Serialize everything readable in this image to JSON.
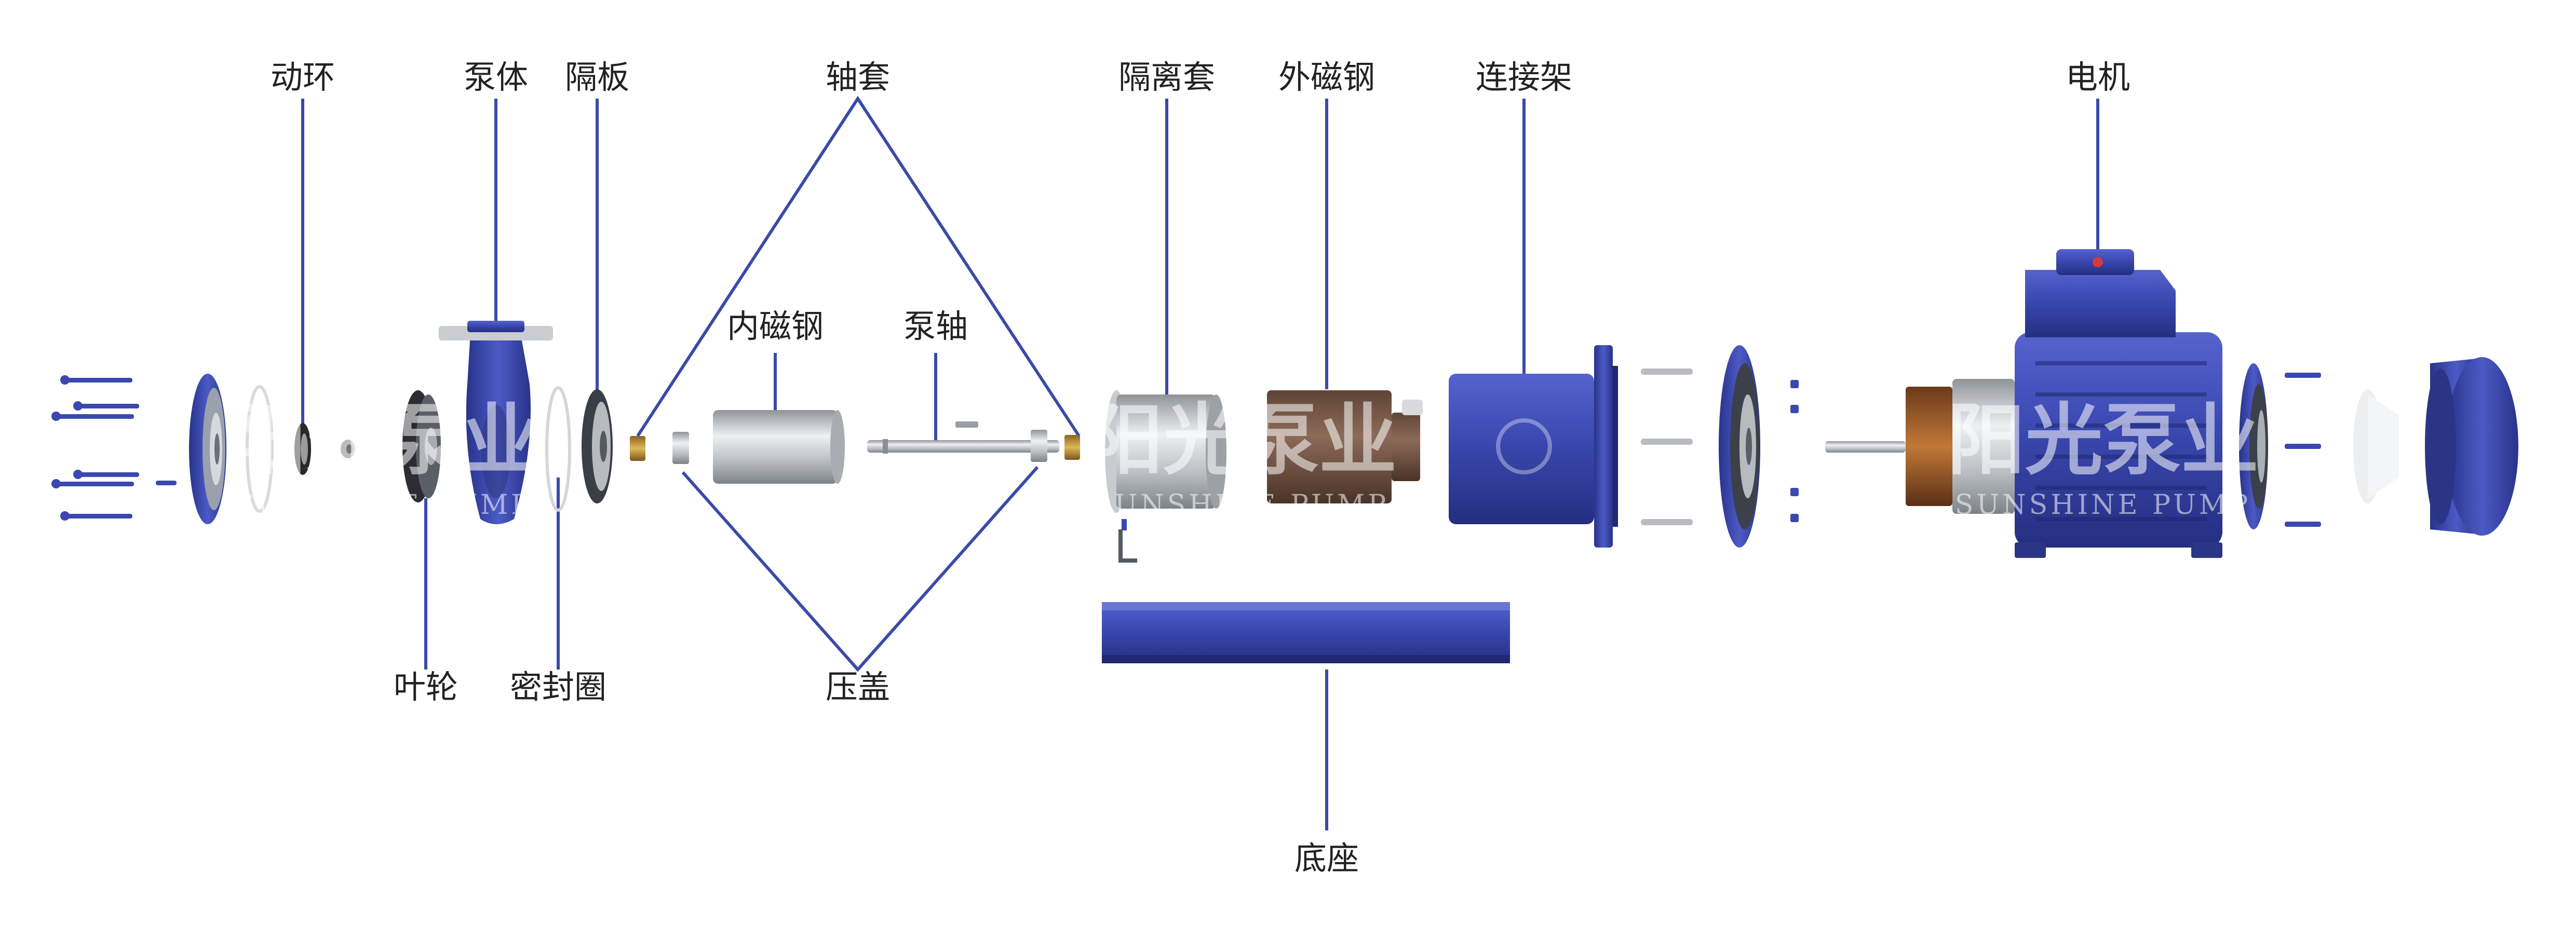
{
  "colors": {
    "leader": "#3a4aa8",
    "pump_blue": "#3a48b0",
    "steel": "#c8cccf",
    "brass": "#c99a3a",
    "magnet_brown": "#7a5a4a"
  },
  "labels": {
    "dong_huan": "动环",
    "beng_ti": "泵体",
    "ge_ban": "隔板",
    "zhou_tao": "轴套",
    "ge_li_tao": "隔离套",
    "wai_ci_gang": "外磁钢",
    "lian_jie_jia": "连接架",
    "dian_ji": "电机",
    "nei_ci_gang": "内磁钢",
    "beng_zhou": "泵轴",
    "ye_lun": "叶轮",
    "mi_feng_quan": "密封圈",
    "ya_gai": "压盖",
    "di_zuo": "底座"
  },
  "watermark": {
    "cn": "阳光泵业",
    "en": "SUNSHINE PUMP"
  }
}
